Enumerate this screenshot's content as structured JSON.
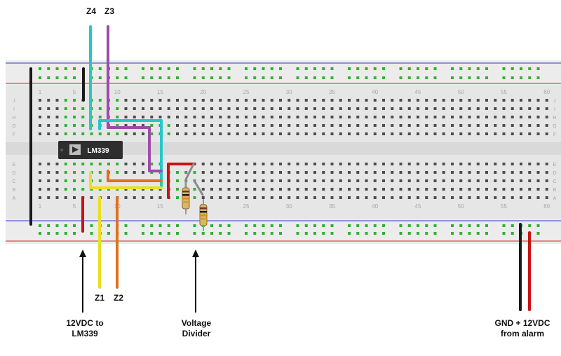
{
  "wire_labels": {
    "z4": "Z4",
    "z3": "Z3",
    "z1": "Z1",
    "z2": "Z2"
  },
  "chip": {
    "label": "LM339"
  },
  "callouts": {
    "supply_line1": "12VDC to",
    "supply_line2": "LM339",
    "divider_line1": "Voltage",
    "divider_line2": "Divider",
    "alarm_line1": "GND + 12VDC",
    "alarm_line2": "from alarm"
  },
  "column_numbers": [
    "1",
    "5",
    "10",
    "15",
    "20",
    "25",
    "30",
    "35",
    "40",
    "45",
    "50",
    "55",
    "60"
  ],
  "row_letters_top": [
    "J",
    "I",
    "H",
    "G",
    "F"
  ],
  "row_letters_bottom": [
    "E",
    "D",
    "C",
    "B",
    "A"
  ],
  "colors": {
    "board": "#e6e6e6",
    "rail_positive": "#d8202a",
    "rail_negative": "#2a3bd0",
    "hole": "#4d4d4d",
    "hole_active": "#2fb32f",
    "wire_cyan": "#23c8c8",
    "wire_purple": "#9b4ca8",
    "wire_orange": "#e0701c",
    "wire_yellow": "#e8e020",
    "wire_black": "#1a1a1a",
    "wire_red": "#cc1111",
    "wire_gray": "#8a8a8a",
    "chip_body": "#2e2e2e"
  }
}
